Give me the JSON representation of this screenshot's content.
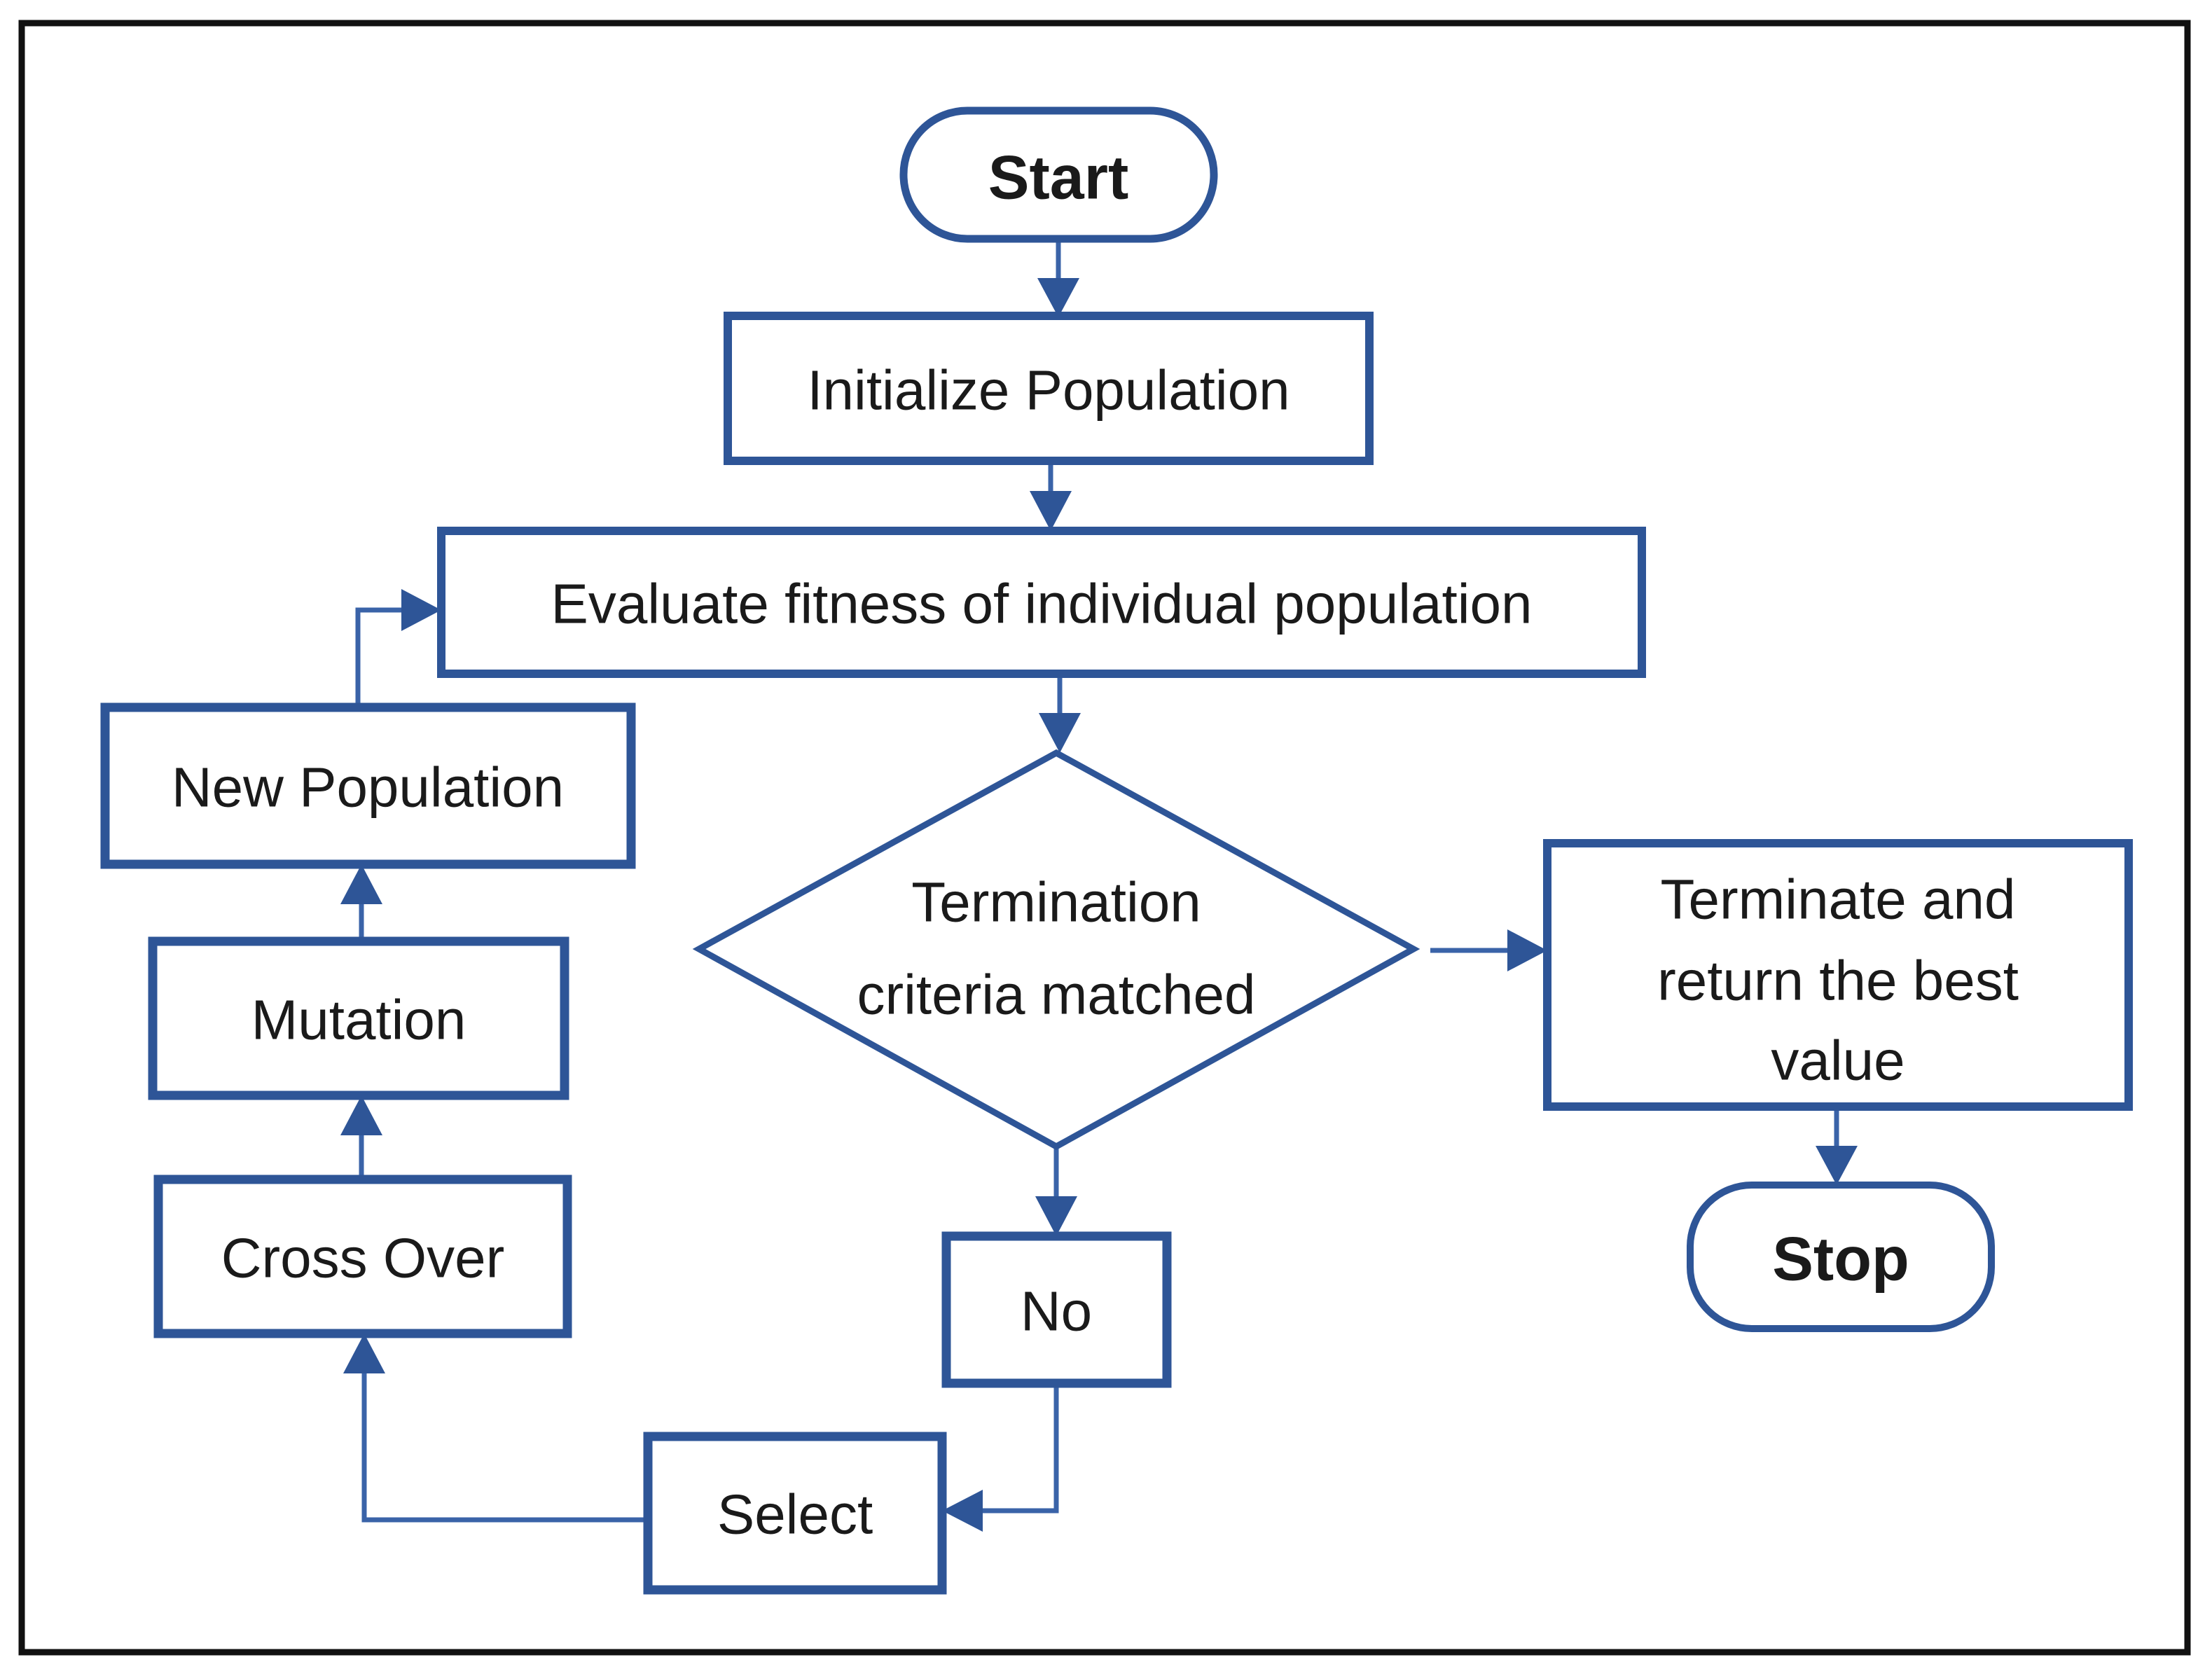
{
  "title": "Genetic algorithm flowchart",
  "colors": {
    "background": "#ffffff",
    "frame": "#111111",
    "shape_stroke": "#2e5597",
    "shape_fill": "#ffffff",
    "connector": "#3a63a8",
    "arrowhead": "#2e5597",
    "text": "#1a1a1a"
  },
  "nodes": {
    "start": {
      "type": "terminator",
      "label": "Start"
    },
    "initialize": {
      "type": "process",
      "label": "Initialize Population"
    },
    "evaluate": {
      "type": "process",
      "label": "Evaluate fitness of individual population"
    },
    "decision": {
      "type": "decision",
      "lines": [
        "Termination",
        "criteria matched"
      ]
    },
    "terminate": {
      "type": "process",
      "lines": [
        "Terminate and",
        "return the best",
        "value"
      ]
    },
    "stop": {
      "type": "terminator",
      "label": "Stop"
    },
    "no": {
      "type": "process",
      "label": "No"
    },
    "select": {
      "type": "process",
      "label": "Select"
    },
    "crossover": {
      "type": "process",
      "label": "Cross Over"
    },
    "mutation": {
      "type": "process",
      "label": "Mutation"
    },
    "new_population": {
      "type": "process",
      "label": "New Population"
    }
  },
  "edges": [
    "start->initialize",
    "initialize->evaluate",
    "evaluate->decision",
    "decision->terminate",
    "terminate->stop",
    "decision->no",
    "no->select",
    "select->crossover",
    "crossover->mutation",
    "mutation->new_population",
    "new_population->evaluate"
  ]
}
